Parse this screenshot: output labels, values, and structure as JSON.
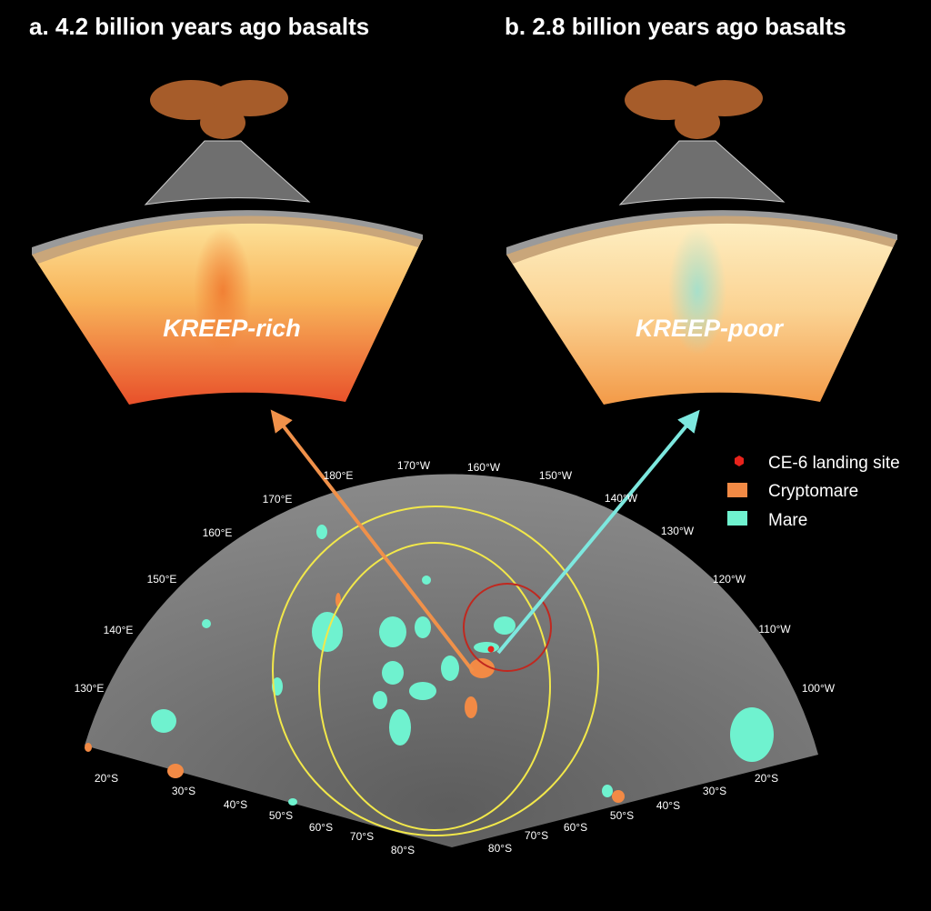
{
  "panels": [
    {
      "title": "a. 4.2 billion years ago basalts",
      "label": "KREEP-rich",
      "plume_color": "#f07a30"
    },
    {
      "title": "b. 2.8 billion years ago basalts",
      "label": "KREEP-poor",
      "plume_color": "#9ee0cf"
    }
  ],
  "legend": [
    {
      "label": "CE-6 landing site",
      "color": "#e8231c",
      "icon": "hexagon-marker-icon"
    },
    {
      "label": "Cryptomare",
      "color": "#f28a45",
      "icon": "square-swatch-icon"
    },
    {
      "label": "Mare",
      "color": "#6ff2cf",
      "icon": "square-swatch-icon"
    }
  ],
  "map": {
    "longitude_labels": [
      "180°E",
      "170°W",
      "160°W",
      "150°W",
      "170°E",
      "140°W",
      "160°E",
      "130°W",
      "150°E",
      "120°W",
      "140°E",
      "110°W",
      "130°E",
      "100°W"
    ],
    "latitude_labels_left": [
      "20°S",
      "30°S",
      "40°S",
      "50°S",
      "60°S",
      "70°S",
      "80°S"
    ],
    "latitude_labels_right": [
      "80°S",
      "70°S",
      "60°S",
      "50°S",
      "40°S",
      "30°S",
      "20°S"
    ],
    "ellipse_color": "#f2e84a",
    "landing_circle_color": "#c0281f"
  },
  "arrows": {
    "left_color": "#f0914a",
    "right_color": "#7de8df"
  }
}
